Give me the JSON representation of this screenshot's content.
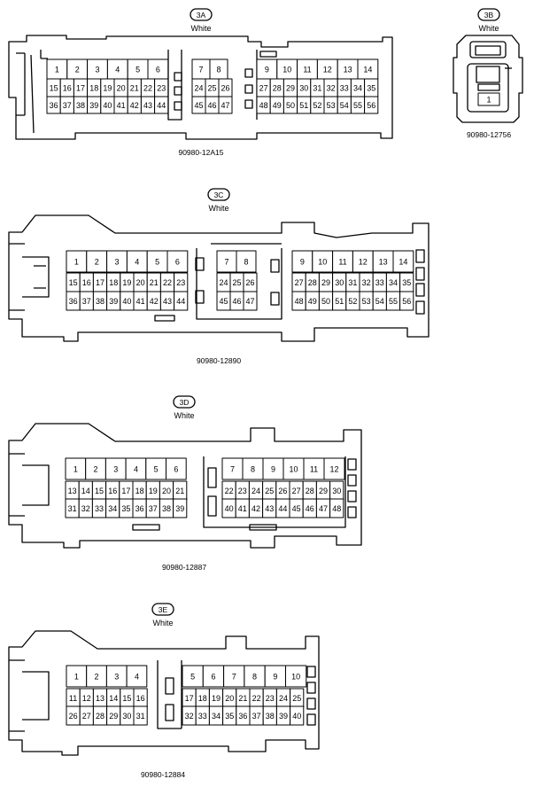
{
  "connectors": [
    {
      "id": "3A",
      "color": "White",
      "part_number": "90980-12A15",
      "rows": [
        [
          "1",
          "2",
          "3",
          "4",
          "5",
          "6",
          "7",
          "8",
          "9",
          "10",
          "11",
          "12",
          "13",
          "14"
        ],
        [
          "15",
          "16",
          "17",
          "18",
          "19",
          "20",
          "21",
          "22",
          "23",
          "24",
          "25",
          "26",
          "27",
          "28",
          "29",
          "30",
          "31",
          "32",
          "33",
          "34",
          "35"
        ],
        [
          "36",
          "37",
          "38",
          "39",
          "40",
          "41",
          "42",
          "43",
          "44",
          "45",
          "46",
          "47",
          "48",
          "49",
          "50",
          "51",
          "52",
          "53",
          "54",
          "55",
          "56"
        ]
      ]
    },
    {
      "id": "3B",
      "color": "White",
      "part_number": "90980-12756",
      "rows": [
        [
          "1"
        ]
      ]
    },
    {
      "id": "3C",
      "color": "White",
      "part_number": "90980-12890",
      "rows": [
        [
          "1",
          "2",
          "3",
          "4",
          "5",
          "6",
          "7",
          "8",
          "9",
          "10",
          "11",
          "12",
          "13",
          "14"
        ],
        [
          "15",
          "16",
          "17",
          "18",
          "19",
          "20",
          "21",
          "22",
          "23",
          "24",
          "25",
          "26",
          "27",
          "28",
          "29",
          "30",
          "31",
          "32",
          "33",
          "34",
          "35"
        ],
        [
          "36",
          "37",
          "38",
          "39",
          "40",
          "41",
          "42",
          "43",
          "44",
          "45",
          "46",
          "47",
          "48",
          "49",
          "50",
          "51",
          "52",
          "53",
          "54",
          "55",
          "56"
        ]
      ]
    },
    {
      "id": "3D",
      "color": "White",
      "part_number": "90980-12887",
      "rows": [
        [
          "1",
          "2",
          "3",
          "4",
          "5",
          "6",
          "7",
          "8",
          "9",
          "10",
          "11",
          "12"
        ],
        [
          "13",
          "14",
          "15",
          "16",
          "17",
          "18",
          "19",
          "20",
          "21",
          "22",
          "23",
          "24",
          "25",
          "26",
          "27",
          "28",
          "29",
          "30"
        ],
        [
          "31",
          "32",
          "33",
          "34",
          "35",
          "36",
          "37",
          "38",
          "39",
          "40",
          "41",
          "42",
          "43",
          "44",
          "45",
          "46",
          "47",
          "48"
        ]
      ]
    },
    {
      "id": "3E",
      "color": "White",
      "part_number": "90980-12884",
      "rows": [
        [
          "1",
          "2",
          "3",
          "4",
          "5",
          "6",
          "7",
          "8",
          "9",
          "10"
        ],
        [
          "11",
          "12",
          "13",
          "14",
          "15",
          "16",
          "17",
          "18",
          "19",
          "20",
          "21",
          "22",
          "23",
          "24",
          "25"
        ],
        [
          "26",
          "27",
          "28",
          "29",
          "30",
          "31",
          "32",
          "33",
          "34",
          "35",
          "36",
          "37",
          "38",
          "39",
          "40"
        ]
      ]
    }
  ]
}
